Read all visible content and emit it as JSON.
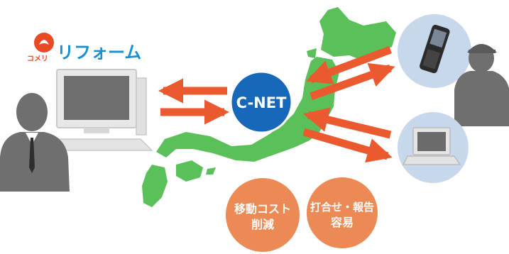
{
  "logo": {
    "brand": "コメリ",
    "product": "リフォーム"
  },
  "hub": {
    "label": "C-NET"
  },
  "benefits": [
    {
      "line1": "移動コスト",
      "line2": "削減"
    },
    {
      "line1": "打合せ・報告",
      "line2": "容易"
    }
  ],
  "colors": {
    "arrow": "#ea5a2e",
    "hub": "#1768b8",
    "map": "#5bbf5a",
    "benefit": "#ec8a55",
    "device_bg": "#c8d8ec",
    "person": "#6f6f6f",
    "logo_text": "#1a8fd0",
    "logo_mark": "#e84b24"
  },
  "icons": [
    "office-person-icon",
    "desktop-monitor-icon",
    "mobile-phone-icon",
    "laptop-icon",
    "worker-person-icon",
    "japan-map"
  ]
}
